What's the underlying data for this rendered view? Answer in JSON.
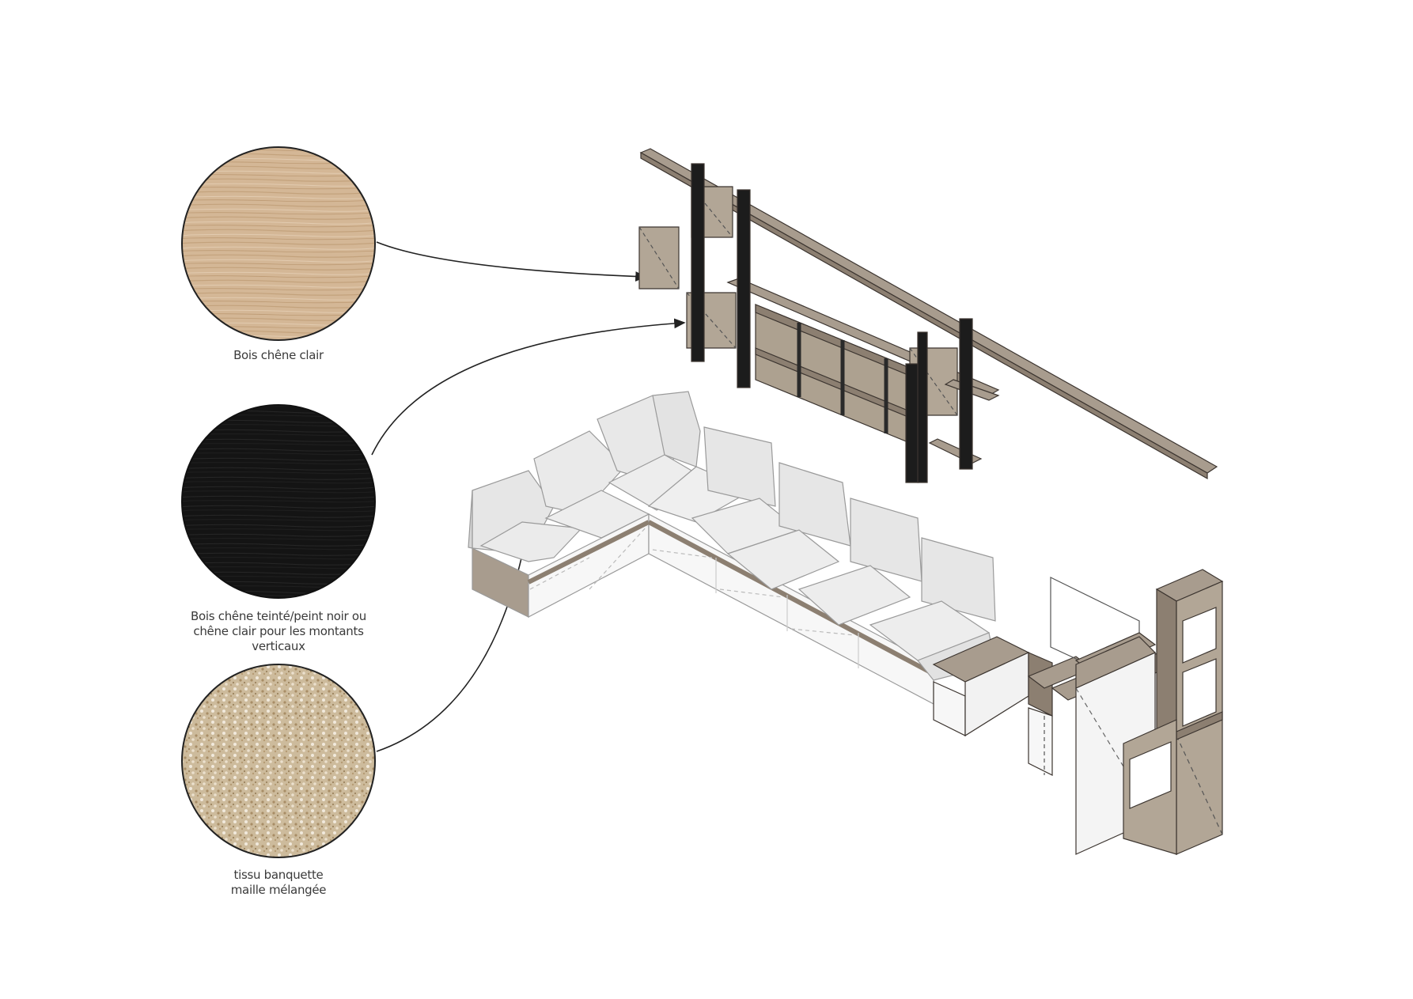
{
  "materials": [
    {
      "label": "Bois chêne clair",
      "swatch": "light-oak-wood",
      "color": "#d4b796"
    },
    {
      "label": "Bois chêne teinté/peint noir ou\nchêne clair pour les montants\nverticaux",
      "swatch": "black-stained-oak",
      "color": "#141414"
    },
    {
      "label": "tissu banquette\nmaille mélangée",
      "swatch": "melange-knit-fabric",
      "color": "#cdbb9c"
    }
  ],
  "palette": {
    "shelf_wood": "#a89c8e",
    "shelf_wood_dark": "#8c7f71",
    "upright_black": "#1c1c1c",
    "cushion": "#ebebeb",
    "cushion_shade": "#d6d6d6",
    "drawer_white": "#f7f7f7"
  }
}
